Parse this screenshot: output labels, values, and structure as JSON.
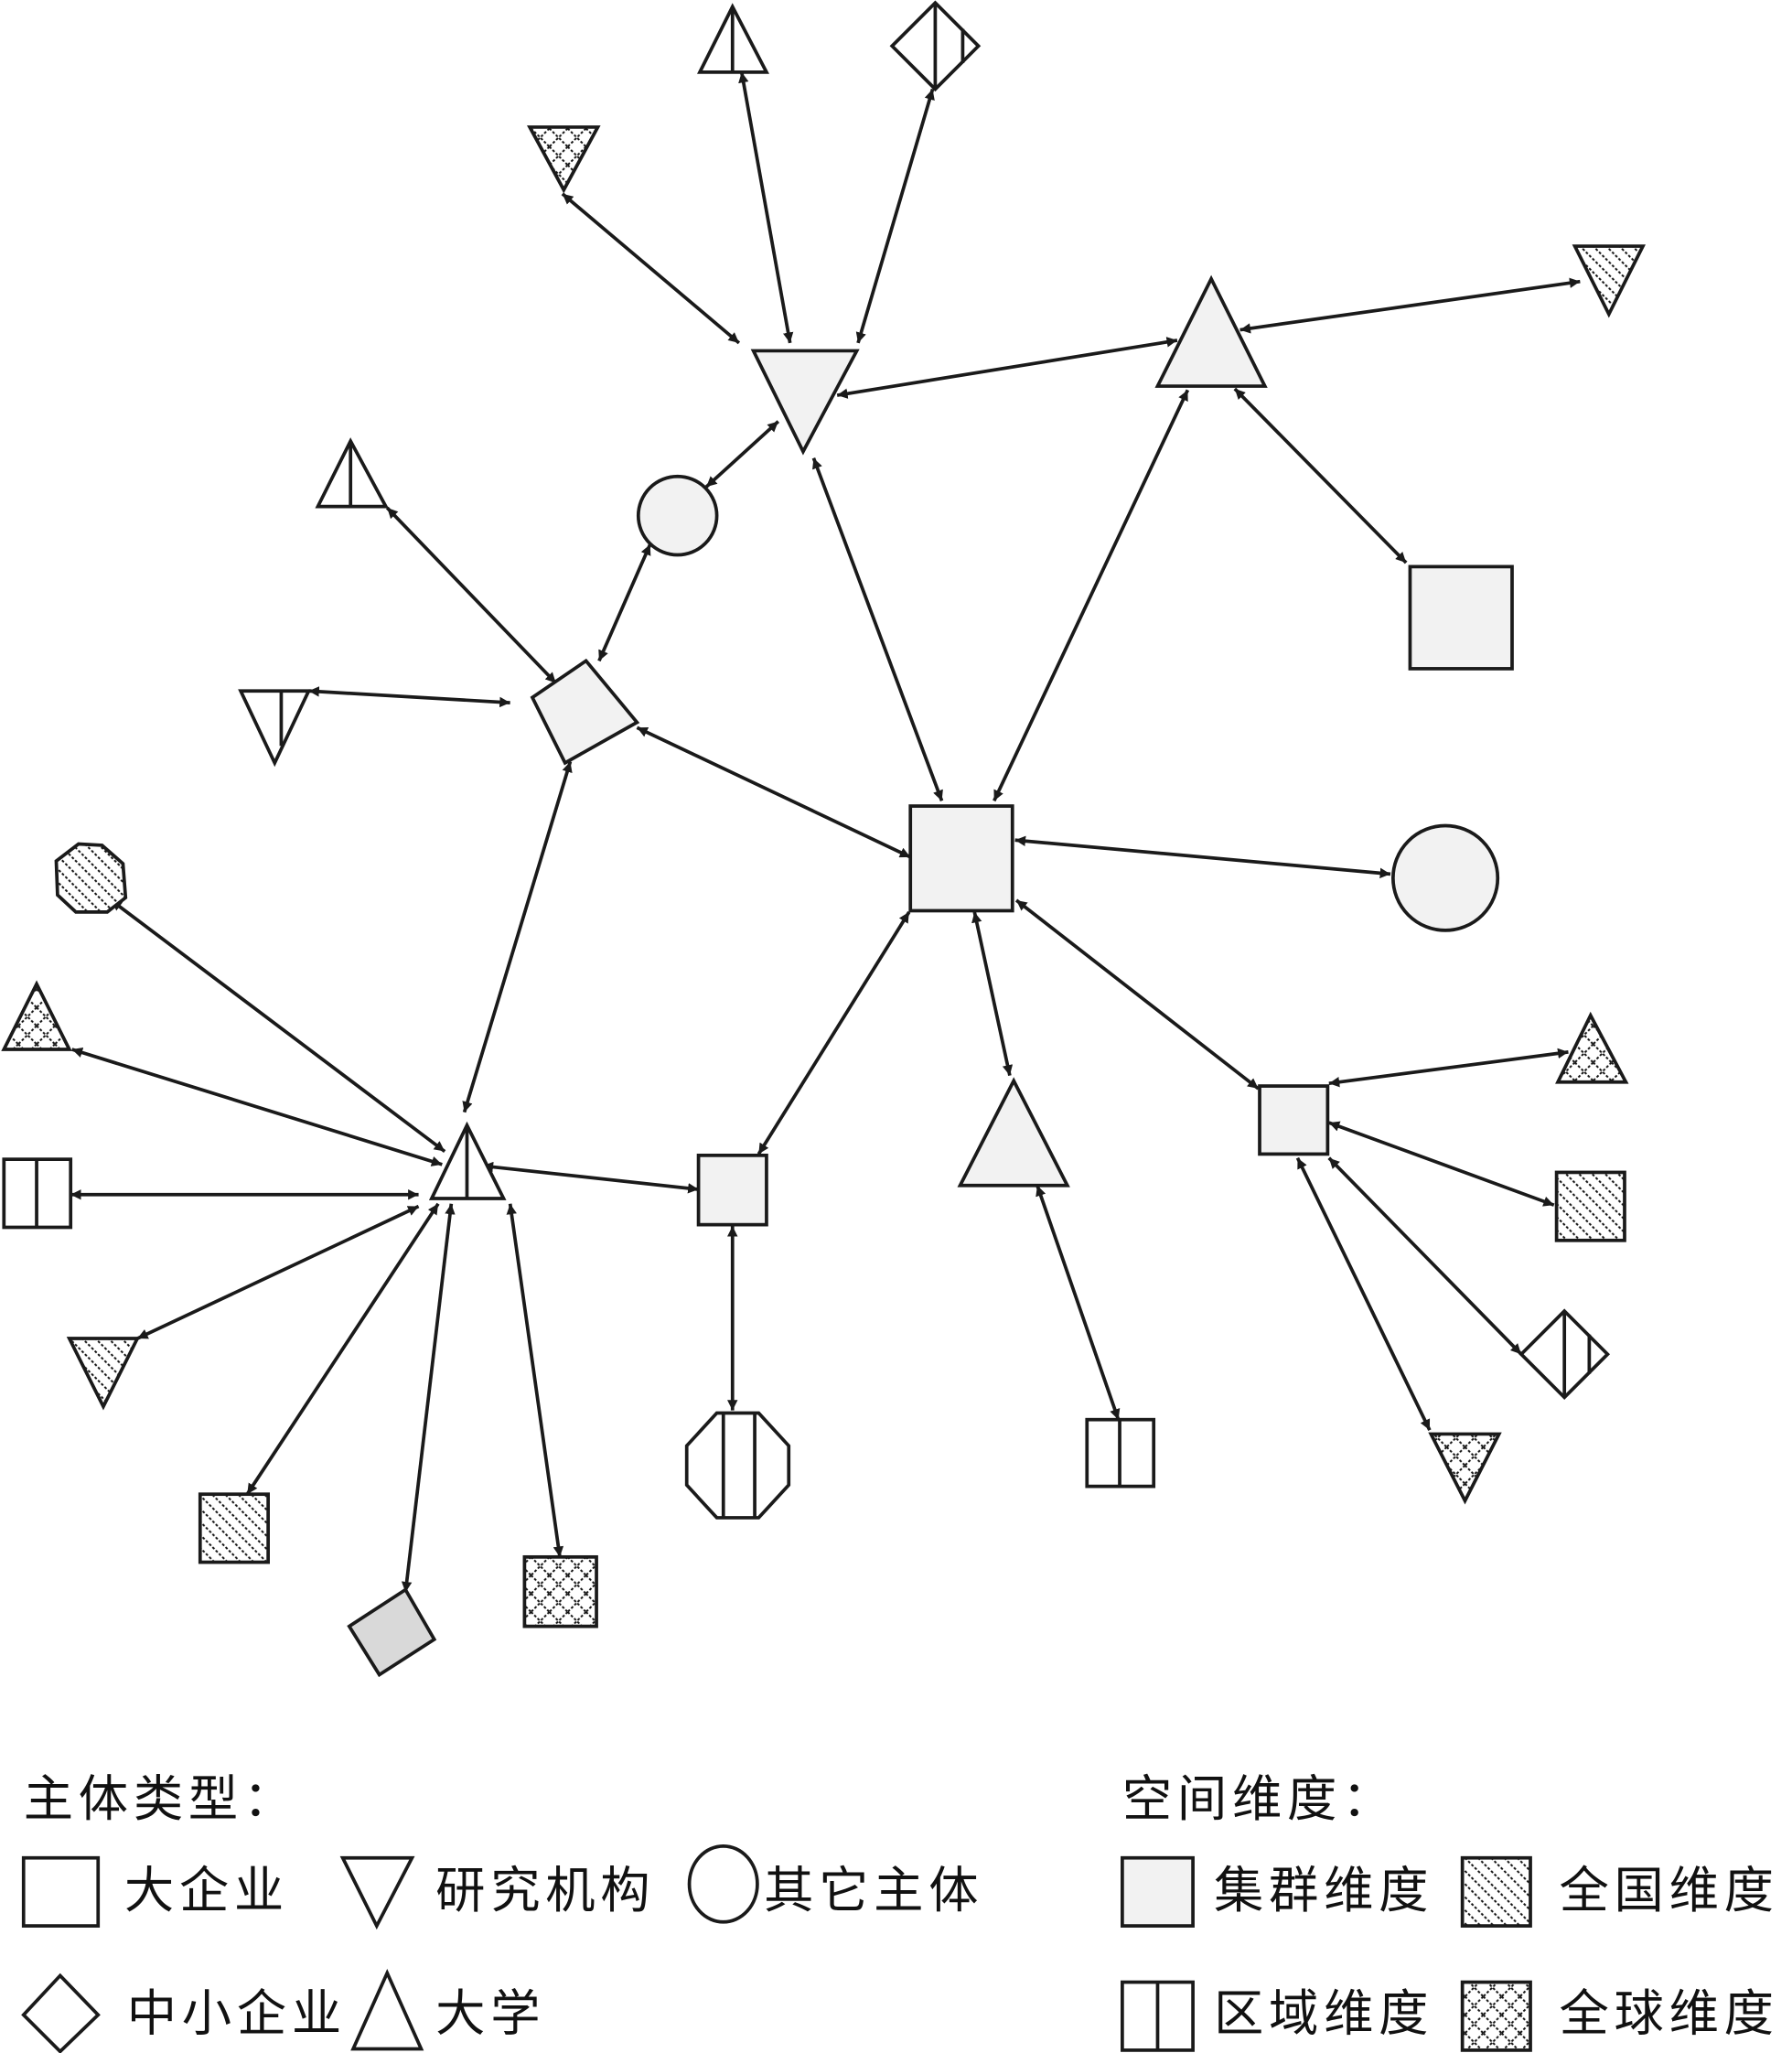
{
  "legend": {
    "actor_type_title": "主体类型：",
    "actor_types": {
      "large_enterprise": "大企业",
      "research_institute": "研究机构",
      "other_actor": "其它主体",
      "sme": "中小企业",
      "university": "大学"
    },
    "spatial_title": "空间维度：",
    "spatial_dimensions": {
      "cluster": "集群维度",
      "national": "全国维度",
      "regional": "区域维度",
      "global": "全球维度"
    }
  },
  "colors": {
    "cluster_fill": "#f2f2f2",
    "gray_diamond_fill": "#d9d9d9",
    "stroke": "#1a1a1a"
  }
}
